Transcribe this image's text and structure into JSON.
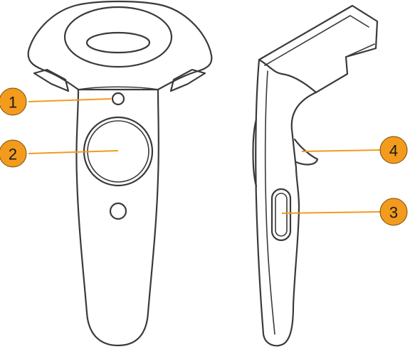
{
  "colors": {
    "callout_fill": "#f29b1d",
    "leader_line": "#f29b1d",
    "outline": "#3a3a3a"
  },
  "callouts": [
    {
      "label": "1"
    },
    {
      "label": "2"
    },
    {
      "label": "3"
    },
    {
      "label": "4"
    }
  ]
}
